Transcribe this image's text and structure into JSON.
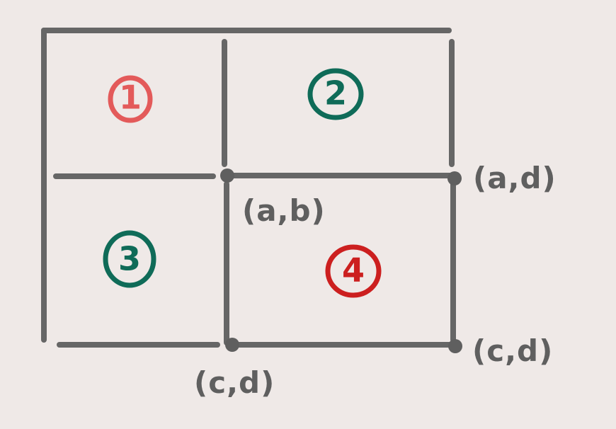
{
  "colors": {
    "background": "#efe9e7",
    "line": "#666666",
    "red": "#e35a5a",
    "dark_red": "#cc1f1f",
    "green": "#0f6b58"
  },
  "regions": [
    {
      "label": "1",
      "color": "#e35a5a"
    },
    {
      "label": "2",
      "color": "#0f6b58"
    },
    {
      "label": "3",
      "color": "#0f6b58"
    },
    {
      "label": "4",
      "color": "#cc1f1f"
    }
  ],
  "points": [
    {
      "label": "(a,b)"
    },
    {
      "label": "(a,d)"
    },
    {
      "label": "(c,d)"
    },
    {
      "label": "(c,d)"
    }
  ]
}
